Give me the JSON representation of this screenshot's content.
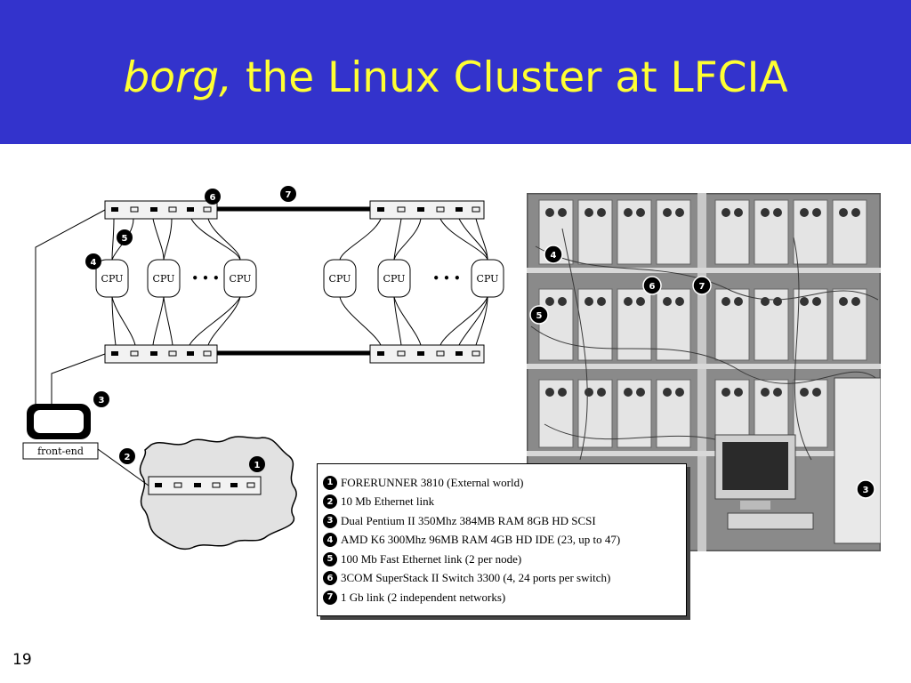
{
  "slide": {
    "title_italic": "borg,",
    "title_rest": " the Linux Cluster at LFCIA",
    "page_number": "19"
  },
  "diagram": {
    "cpu_label": "CPU",
    "ellipsis": "• • •",
    "frontend_label": "front-end",
    "badges": [
      "1",
      "2",
      "3",
      "4",
      "5",
      "6",
      "7"
    ]
  },
  "legend": {
    "items": [
      {
        "num": "1",
        "text": "FORERUNNER 3810 (External world)"
      },
      {
        "num": "2",
        "text": "10 Mb Ethernet link"
      },
      {
        "num": "3",
        "text": "Dual Pentium II 350Mhz 384MB RAM 8GB HD SCSI"
      },
      {
        "num": "4",
        "text": "AMD K6 300Mhz 96MB RAM 4GB HD IDE (23, up to 47)"
      },
      {
        "num": "5",
        "text": "100 Mb Fast Ethernet link (2 per node)"
      },
      {
        "num": "6",
        "text": "3COM SuperStack II Switch 3300 (4, 24 ports per switch)"
      },
      {
        "num": "7",
        "text": "1 Gb link (2 independent networks)"
      }
    ]
  },
  "photo": {
    "badges": [
      "4",
      "6",
      "7",
      "5",
      "3"
    ]
  },
  "colors": {
    "title_bar": "#3333cc",
    "title_text": "#ffff33"
  }
}
